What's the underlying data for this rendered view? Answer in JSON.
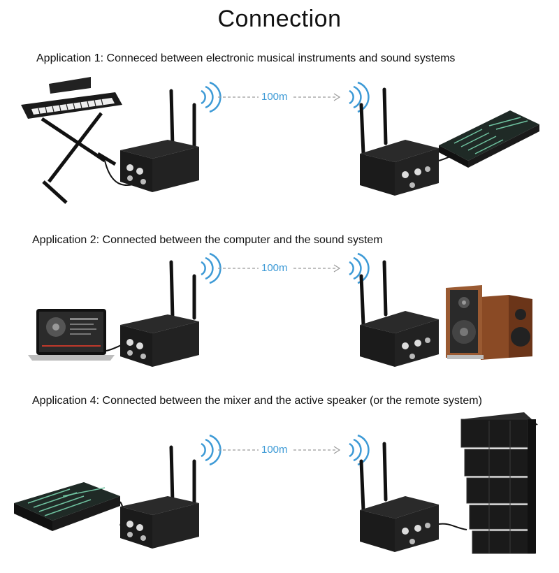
{
  "title": "Connection",
  "distance_label": "100m",
  "applications": [
    {
      "heading": "Application 1:  Conneced between electronic musical instruments and sound systems",
      "source": "keyboard-icon",
      "destination": "mixer-icon"
    },
    {
      "heading": "Application 2:  Connected between the computer and the sound system",
      "source": "laptop-icon",
      "destination": "bookshelf-speakers-icon"
    },
    {
      "heading": "Application 4:  Connected between the mixer and the active speaker (or the remote system)",
      "source": "mixer-icon",
      "destination": "line-array-speaker-icon"
    }
  ],
  "colors": {
    "wave": "#3d9ad6",
    "dash": "#9a9a9a",
    "device": "#1b1b1b"
  }
}
